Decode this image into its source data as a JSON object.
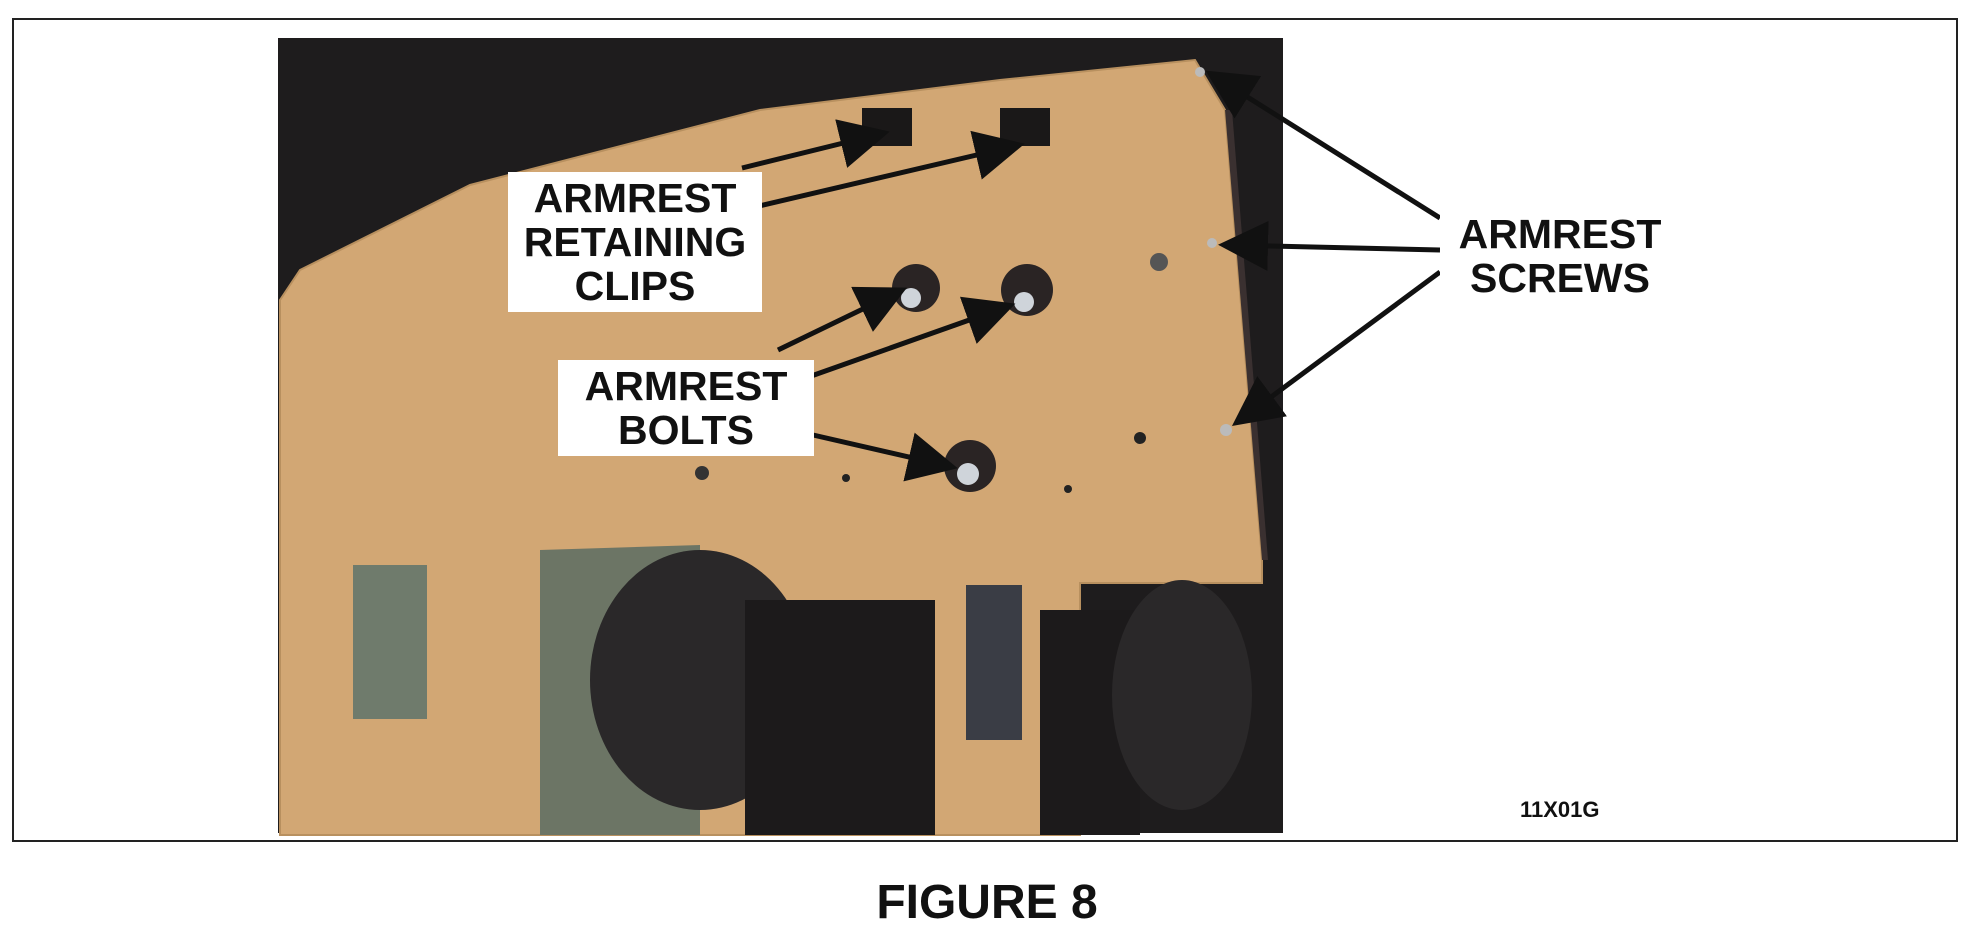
{
  "figure": {
    "caption": "FIGURE 8",
    "code": "11X01G"
  },
  "callouts": {
    "clips": "ARMREST\nRETAINING\nCLIPS",
    "bolts": "ARMREST\nBOLTS",
    "screws": "ARMREST\nSCREWS"
  },
  "colors": {
    "board": "#d2a774",
    "fabric": "#1e1c1d",
    "belt": "#2a2829"
  }
}
